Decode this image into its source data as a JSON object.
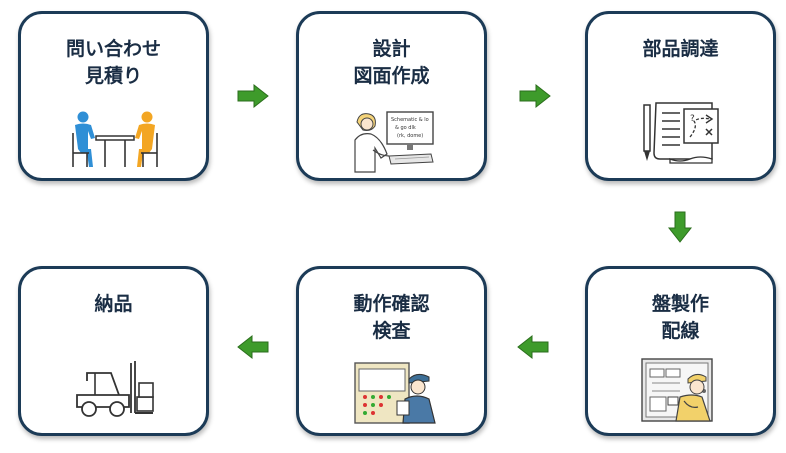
{
  "colors": {
    "border": "#1c3b57",
    "text": "#1a2d44",
    "arrow": "#3e9b2b",
    "person_blue": "#2f8fd6",
    "person_orange": "#f3a623"
  },
  "steps": [
    {
      "label": "問い合わせ\n見積り",
      "icon": "meeting-icon"
    },
    {
      "label": "設計\n図面作成",
      "icon": "designer-at-computer-icon"
    },
    {
      "label": "部品調達",
      "icon": "blueprint-pencil-icon"
    },
    {
      "label": "盤製作\n配線",
      "icon": "panel-wiring-worker-icon"
    },
    {
      "label": "動作確認\n検査",
      "icon": "control-panel-inspection-icon"
    },
    {
      "label": "納品",
      "icon": "forklift-icon"
    }
  ],
  "illustration_text": {
    "monitor_line1": "Schematic & lo",
    "monitor_line2": "& go dlk",
    "monitor_line3": "(rk, dome)"
  },
  "arrows": [
    "right",
    "right",
    "down",
    "left",
    "left"
  ]
}
